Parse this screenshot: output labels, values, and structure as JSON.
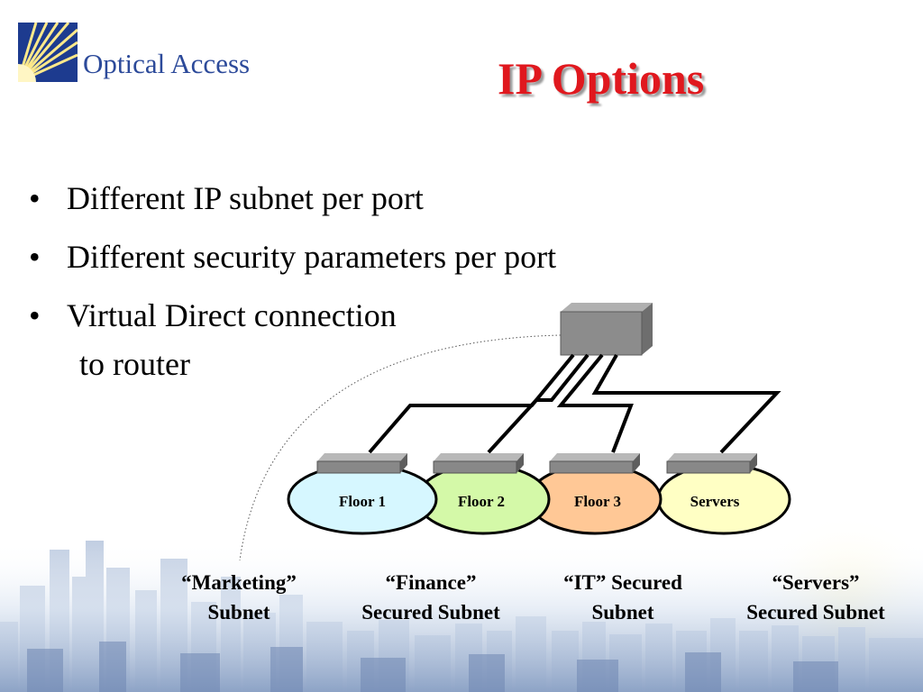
{
  "brand": {
    "name": "Optical Access"
  },
  "title": "IP Options",
  "bullets": [
    "Different IP subnet per port",
    "Different security parameters per port",
    "Virtual Direct connection"
  ],
  "bullet_continuation": "to router",
  "bullet_symbol": "•",
  "diagram": {
    "nodes": [
      "Floor 1",
      "Floor 2",
      "Floor 3",
      "Servers"
    ],
    "node_colors": [
      "#d6f7ff",
      "#d4f9a8",
      "#ffc896",
      "#ffffc4"
    ],
    "captions": [
      [
        "“Marketing”",
        "Subnet"
      ],
      [
        "“Finance”",
        "Secured Subnet"
      ],
      [
        "“IT” Secured",
        "Subnet"
      ],
      [
        "“Servers”",
        "Secured Subnet"
      ]
    ]
  },
  "colors": {
    "title": "#e0181e",
    "brand_text": "#2c4a9a",
    "logo_bg": "#1d3b8f"
  }
}
